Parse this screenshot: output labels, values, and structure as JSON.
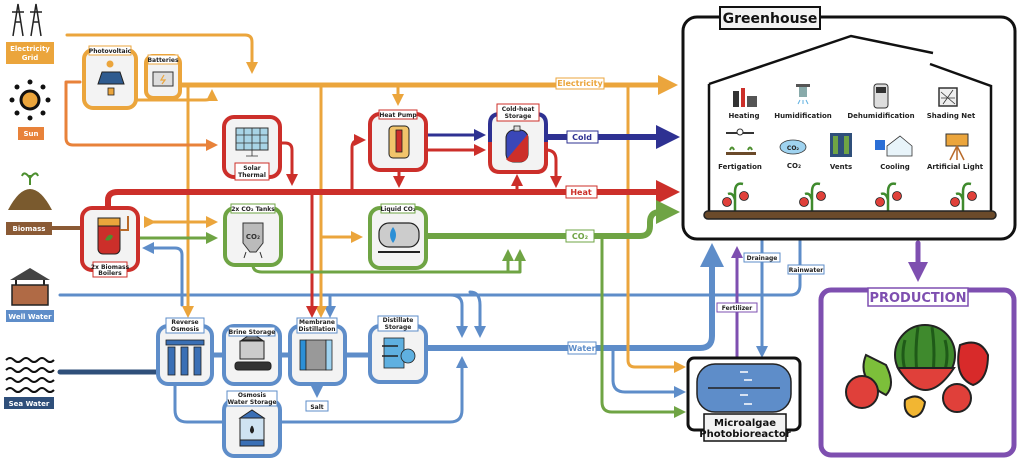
{
  "sources": {
    "electricity_grid": "Electricity Grid",
    "electricity_grid_lines": [
      "Electricity",
      "Grid"
    ],
    "sun": "Sun",
    "biomass": "Biomass",
    "well_water": "Well Water",
    "sea_water": "Sea Water"
  },
  "components": {
    "photovoltaic": "Photovoltaic",
    "batteries": "Batteries",
    "solar_thermal": [
      "Solar",
      "Thermal"
    ],
    "biomass_boilers": [
      "2x Biomass",
      "Boilers"
    ],
    "co2_tanks": "2x CO₂ Tanks",
    "heat_pump": "Heat Pump",
    "cold_heat_storage": [
      "Cold-heat",
      "Storage"
    ],
    "liquid_co2": "Liquid CO₂",
    "reverse_osmosis": [
      "Reverse",
      "Osmosis"
    ],
    "brine_storage": "Brine Storage",
    "membrane_distillation": [
      "Membrane",
      "Distillation"
    ],
    "distillate_storage": [
      "Distillate",
      "Storage"
    ],
    "osmosis_water_storage": [
      "Osmosis",
      "Water Storage"
    ],
    "salt": "Salt",
    "microalgae": [
      "Microalgae",
      "Photobioreactor"
    ],
    "co2_icon_text": "CO₂"
  },
  "flows": {
    "electricity": "Electricity",
    "cold": "Cold",
    "heat": "Heat",
    "co2": "CO₂",
    "water": "Water",
    "drainage": "Drainage",
    "rainwater": "Rainwater",
    "fertilizer": "Fertilizer"
  },
  "greenhouse": {
    "title": "Greenhouse",
    "systems": [
      "Heating",
      "Humidification",
      "Dehumidification",
      "Shading Net",
      "Fertigation",
      "CO₂",
      "Vents",
      "Cooling",
      "Artificial Light"
    ]
  },
  "production": {
    "title": "PRODUCTION"
  },
  "colors": {
    "electricity": "#eba53c",
    "sun": "#e8823a",
    "heat": "#cc2f2a",
    "cold": "#2e3192",
    "co2": "#6fa444",
    "water": "#5e8dc9",
    "sea": "#2f4f7a",
    "biomass": "#8a5a35",
    "fertilizer": "#7e4fb0",
    "production": "#7e4fb0"
  }
}
